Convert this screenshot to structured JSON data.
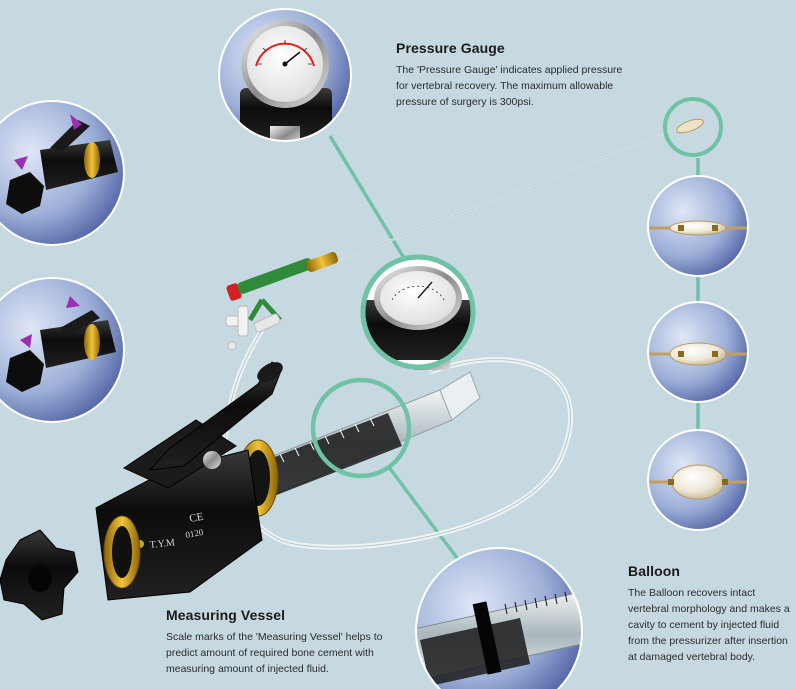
{
  "device": {
    "brand_label": "T.Y.M",
    "ce_label": "CE",
    "code_label": "0120"
  },
  "pressure_gauge": {
    "title": "Pressure Gauge",
    "description": "The 'Pressure Gauge' indicates applied pressure for vertebral recovery. The maximum allowable pressure of surgery is 300psi."
  },
  "measuring_vessel": {
    "title": "Measuring Vessel",
    "description": "Scale marks of the 'Measuring Vessel' helps to predict amount of required bone cement with measuring amount of injected fluid."
  },
  "balloon": {
    "title": "Balloon",
    "description": "The Balloon recovers intact vertebral morphology and makes a cavity to cement by injected fluid from the pressurizer after insertion at damaged vertebral body."
  },
  "colors": {
    "background": "#c6d9e0",
    "callout_ring": "#6fc2a6",
    "gold": "#d4a21a",
    "device_black": "#111111"
  }
}
